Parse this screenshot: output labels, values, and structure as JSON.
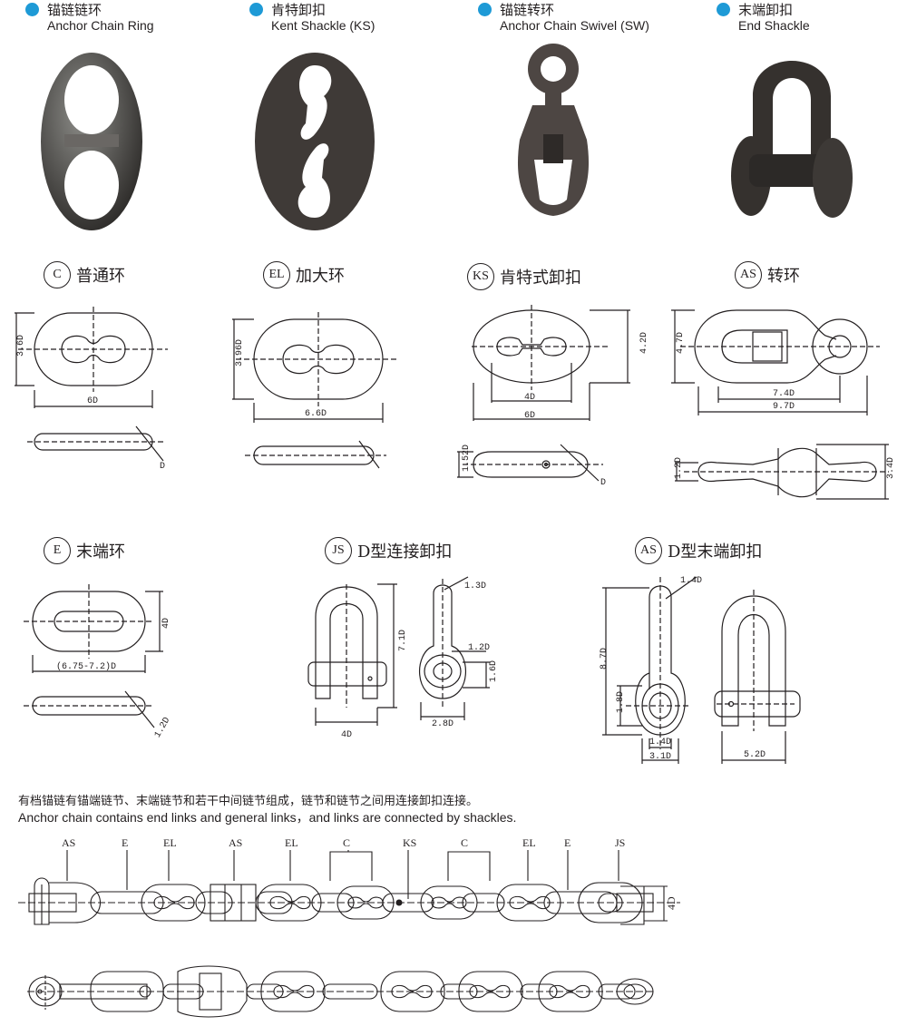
{
  "products": [
    {
      "zh": "锚链链环",
      "en": "Anchor Chain Ring"
    },
    {
      "zh": "肯特卸扣",
      "en": "Kent Shackle (KS)"
    },
    {
      "zh": "锚链转环",
      "en": "Anchor Chain Swivel (SW)"
    },
    {
      "zh": "末端卸扣",
      "en": "End Shackle"
    }
  ],
  "diagrams": {
    "c": {
      "code": "C",
      "title": "普通环",
      "h": "3.6D",
      "w": "6D",
      "d": "D"
    },
    "el": {
      "code": "EL",
      "title": "加大环",
      "h": "3.96D",
      "w": "6.6D"
    },
    "ks": {
      "code": "KS",
      "title": "肯特式卸扣",
      "h": "4.2D",
      "w_inner": "4D",
      "w": "6D",
      "t": "1.52D",
      "d": "D"
    },
    "as": {
      "code": "AS",
      "title": "转环",
      "h": "4.7D",
      "w_inner": "7.4D",
      "w": "9.7D",
      "t": "1.2D",
      "t2": "3.4D"
    },
    "e": {
      "code": "E",
      "title": "末端环",
      "h": "4D",
      "w": "(6.75-7.2)D",
      "d": "1.2D"
    },
    "js": {
      "code": "JS",
      "title": "D型连接卸扣",
      "h": "7.1D",
      "w": "4D",
      "a": "1.3D",
      "b": "1.2D",
      "c": "1.6D",
      "e": "2.8D"
    },
    "asd": {
      "code": "AS",
      "title": "D型末端卸扣",
      "a": "1.4D",
      "h": "8.7D",
      "b": "1.8D",
      "c": "1.4D",
      "e": "3.1D",
      "w": "5.2D"
    }
  },
  "note": {
    "zh": "有档锚链有锚端链节、末端链节和若干中间链节组成，链节和链节之间用连接卸扣连接。",
    "en": "Anchor chain contains end links and general links，and links are connected by shackles."
  },
  "chain_labels": [
    "AS",
    "E",
    "EL",
    "AS",
    "EL",
    "C",
    "KS",
    "C",
    "EL",
    "E",
    "JS"
  ],
  "chain_dim": "4D",
  "colors": {
    "accent": "#1e9ad6",
    "metal": "#4a4542",
    "line": "#231f20"
  }
}
